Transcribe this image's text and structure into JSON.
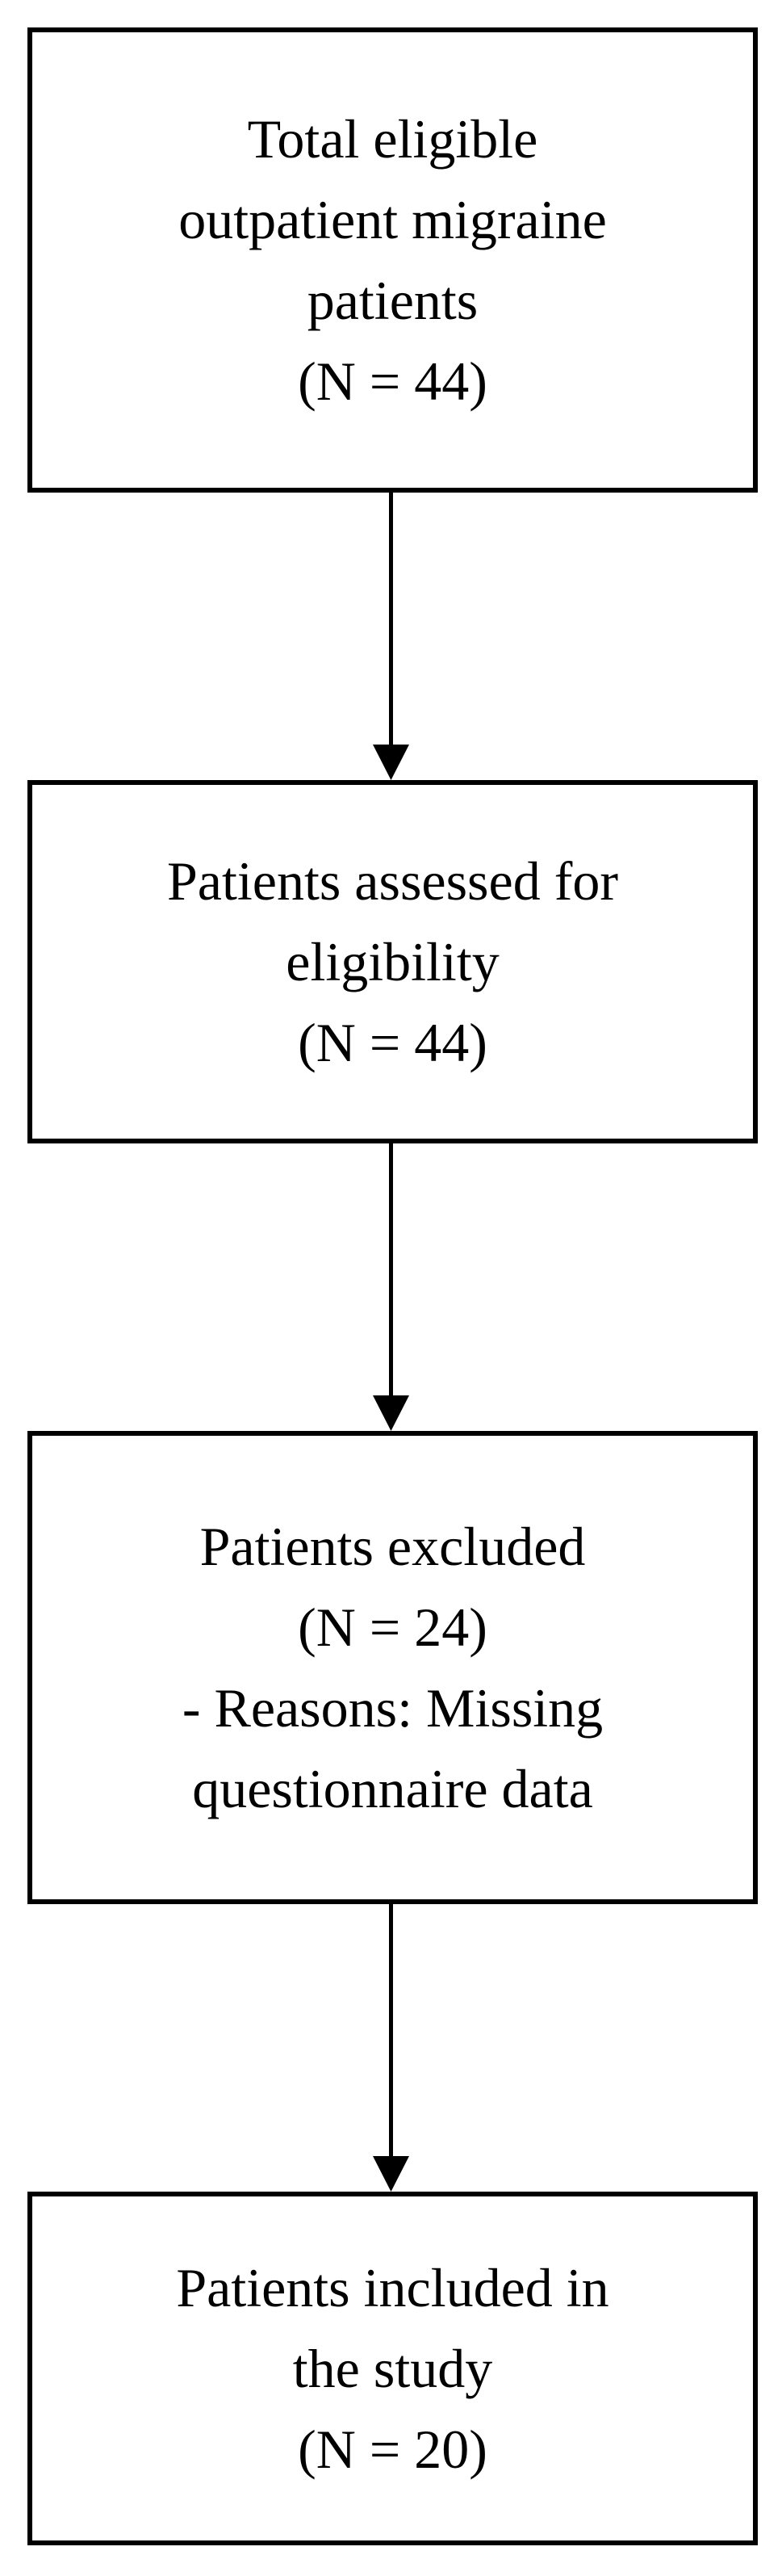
{
  "flowchart": {
    "boxes": [
      {
        "lines": [
          "Total eligible",
          "outpatient migraine",
          "patients",
          "(N = 44)"
        ]
      },
      {
        "lines": [
          "Patients assessed for",
          "eligibility",
          "(N = 44)"
        ]
      },
      {
        "lines": [
          "Patients excluded",
          "(N = 24)",
          "- Reasons: Missing",
          "questionnaire data"
        ]
      },
      {
        "lines": [
          "Patients included in",
          "the study",
          "(N = 20)"
        ]
      }
    ],
    "colors": {
      "border": "#000000",
      "text": "#000000",
      "background": "#ffffff"
    }
  }
}
